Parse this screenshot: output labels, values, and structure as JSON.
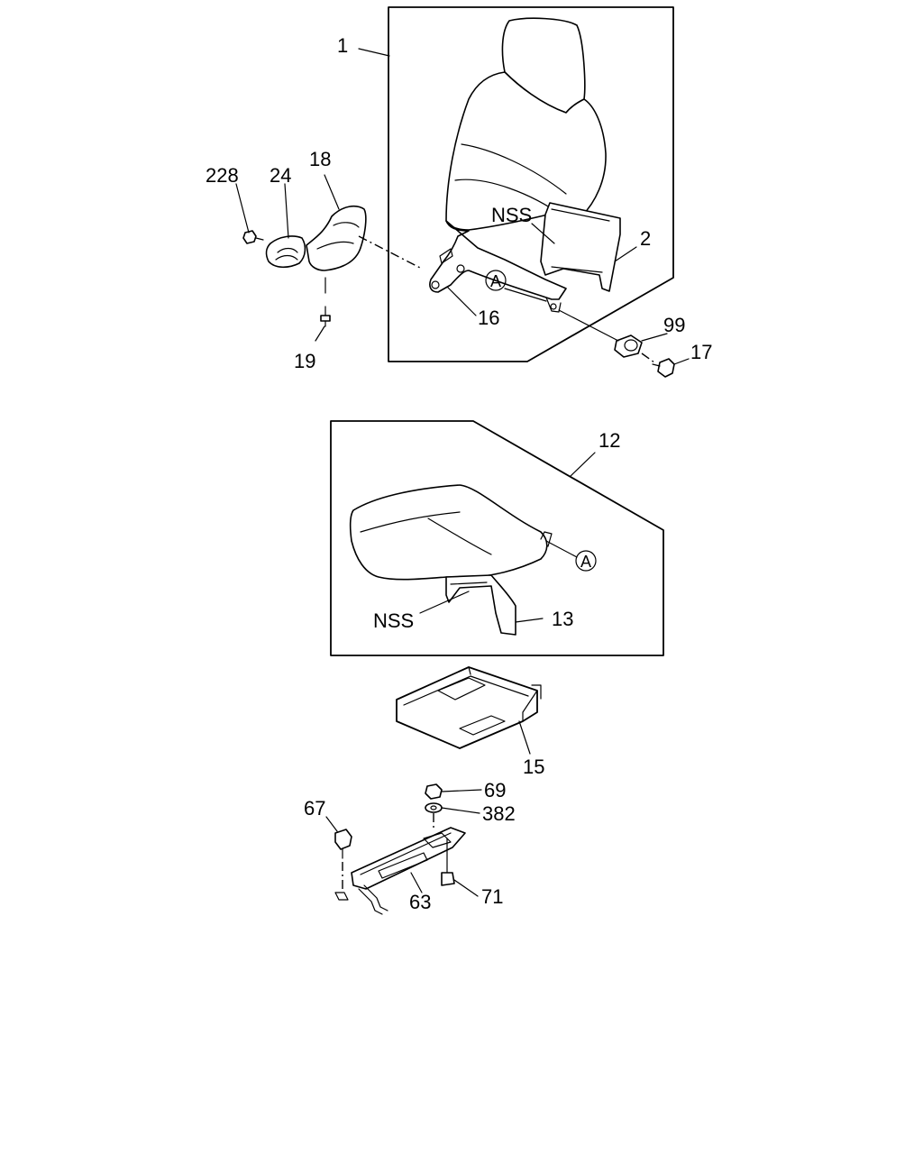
{
  "diagram": {
    "callouts": {
      "c1": "1",
      "c2": "2",
      "c12": "12",
      "c13": "13",
      "c15": "15",
      "c16": "16",
      "c17": "17",
      "c18": "18",
      "c19": "19",
      "c24": "24",
      "c63": "63",
      "c67": "67",
      "c69": "69",
      "c71": "71",
      "c99": "99",
      "c228": "228",
      "c382": "382",
      "nss_back": "NSS",
      "nss_cushion": "NSS",
      "ref_a_back": "A",
      "ref_a_cushion": "A"
    }
  }
}
